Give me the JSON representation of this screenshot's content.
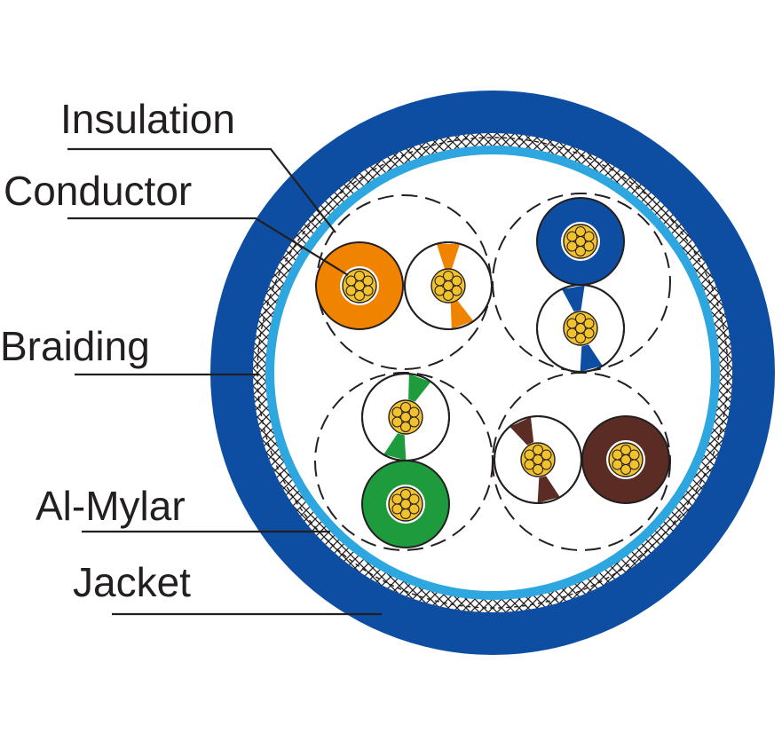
{
  "labels": {
    "insulation": "Insulation",
    "conductor": "Conductor",
    "braiding": "Braiding",
    "al_mylar": "Al-Mylar",
    "jacket": "Jacket"
  },
  "colors": {
    "jacket": "#0d4ea2",
    "al_mylar": "#2ea7e0",
    "braid_bg": "#c8c8d0",
    "conductor": "#f2c12e",
    "orange": "#f08300",
    "blue": "#0d4ea2",
    "green": "#1e9b3c",
    "brown": "#5a2c23",
    "line": "#231f20"
  },
  "icons": {
    "pair_orange": "twisted-pair-orange-icon",
    "pair_blue": "twisted-pair-blue-icon",
    "pair_green": "twisted-pair-green-icon",
    "pair_brown": "twisted-pair-brown-icon"
  }
}
